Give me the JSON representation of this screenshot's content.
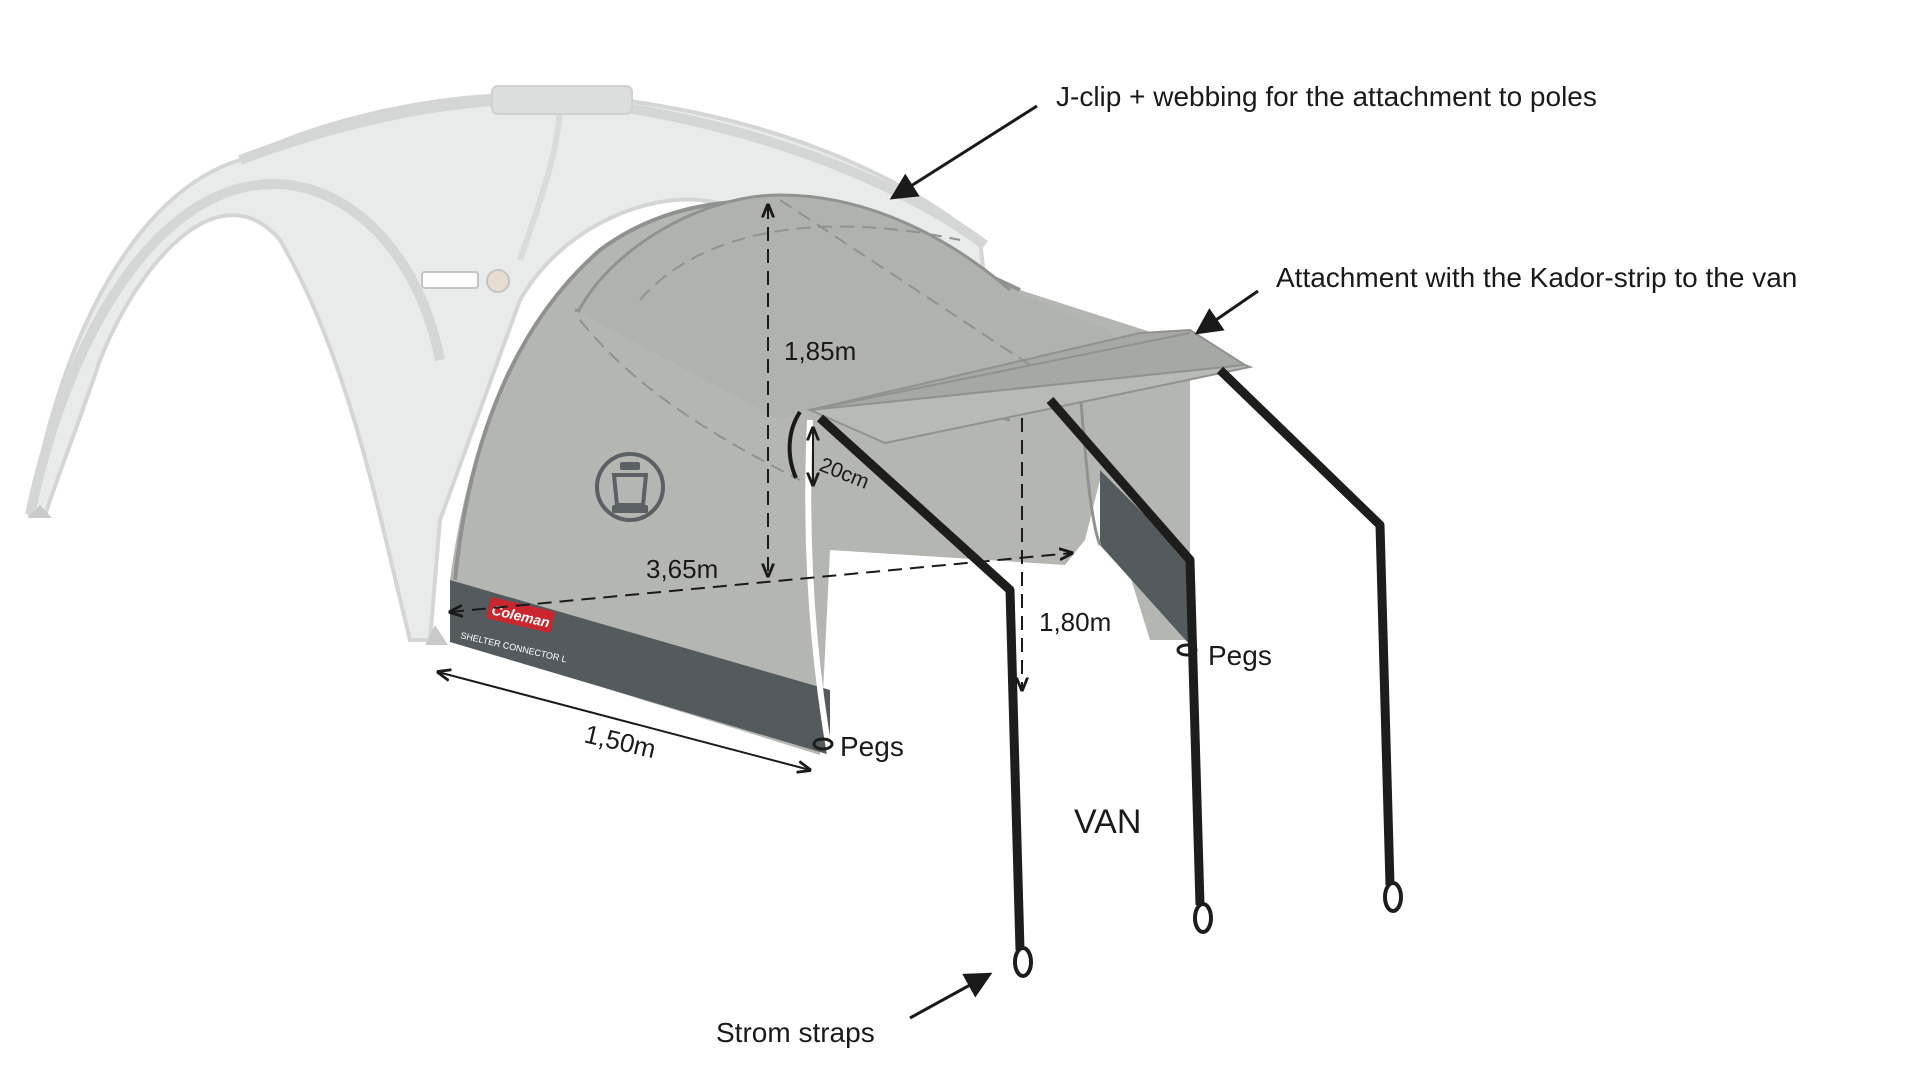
{
  "callouts": {
    "jclip": "J-clip + webbing for the attachment to poles",
    "kador": "Attachment with the Kador-strip to the van",
    "storm_straps": "Strom straps",
    "pegs_front": "Pegs",
    "pegs_back": "Pegs",
    "van": "VAN"
  },
  "dimensions": {
    "height_main": "1,85m",
    "height_door": "1,80m",
    "overlap": "20cm",
    "length": "3,65m",
    "width": "1,50m"
  },
  "branding": {
    "logo_text": "Coleman",
    "product_text": "SHELTER CONNECTOR L"
  },
  "colors": {
    "shelter": "#e9eaea",
    "panel": "#b4b6b2",
    "base_band": "#535b5f",
    "strap": "#1d1d1b",
    "logo_red": "#c9272d"
  }
}
